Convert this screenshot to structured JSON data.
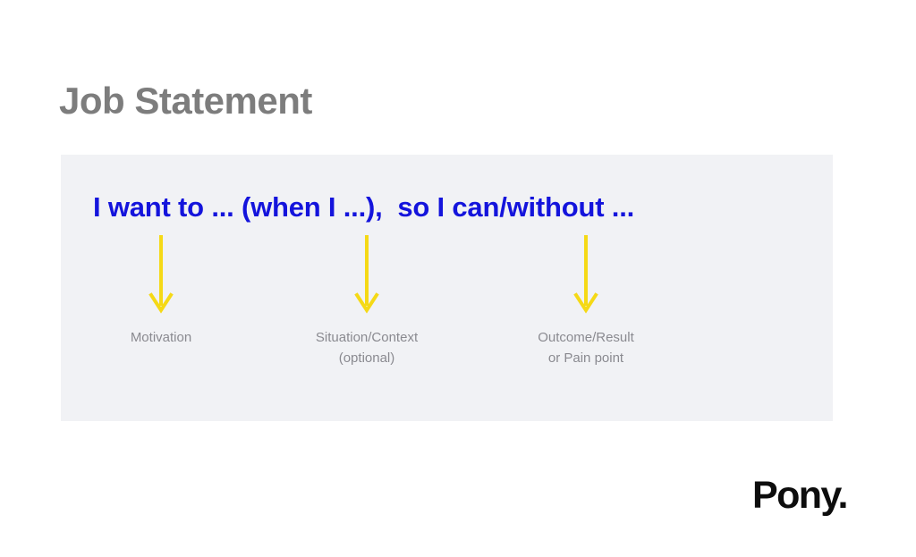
{
  "slide": {
    "background_color": "#ffffff",
    "title": "Job Statement",
    "title_color": "#7d7d7d"
  },
  "panel": {
    "background_color": "#f1f2f5",
    "formula": {
      "text": "I want to ... (when I ...),  so I can/without ...",
      "color": "#1414dc"
    },
    "arrow_color": "#f5d916",
    "label_color": "#8a8a90",
    "columns": [
      {
        "id": "motivation",
        "arrow_icon": "down-arrow-icon",
        "label": "Motivation"
      },
      {
        "id": "situation",
        "arrow_icon": "down-arrow-icon",
        "label": "Situation/Context\n(optional)"
      },
      {
        "id": "outcome",
        "arrow_icon": "down-arrow-icon",
        "label": "Outcome/Result\nor Pain point"
      }
    ]
  },
  "logo": {
    "text": "Pony.",
    "color": "#0d0d0d"
  }
}
